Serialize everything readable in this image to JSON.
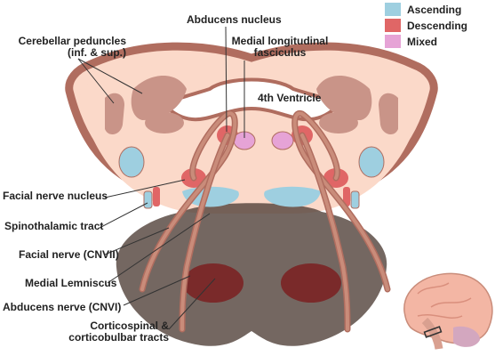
{
  "labels": {
    "cerebellar_peduncles": [
      "Cerebellar peduncles",
      "(inf. & sup.)"
    ],
    "abducens_nucleus": "Abducens nucleus",
    "mlf": [
      "Medial longitudinal",
      "fasciculus"
    ],
    "fourth_ventricle": "4th Ventricle",
    "facial_nerve_nucleus": "Facial nerve nucleus",
    "spinothalamic_tract": "Spinothalamic tract",
    "facial_nerve": "Facial nerve (CNVII)",
    "medial_lemniscus": "Medial Lemniscus",
    "abducens_nerve": "Abducens nerve (CNVI)",
    "corticospinal": [
      "Corticospinal &",
      "corticobulbar tracts"
    ]
  },
  "legend": [
    {
      "label": "Ascending",
      "color": "#9ecfe0"
    },
    {
      "label": "Descending",
      "color": "#e06666"
    },
    {
      "label": "Mixed",
      "color": "#e6a3d6"
    }
  ],
  "colors": {
    "tissue": "#fbd9c9",
    "outline": "#b06d5f",
    "peduncle": "#c99488",
    "basal_pons": "rgba(85,70,62,0.8)",
    "corticospinal": "#7a2a2a",
    "nerve_fiber": "#c98c7a"
  }
}
